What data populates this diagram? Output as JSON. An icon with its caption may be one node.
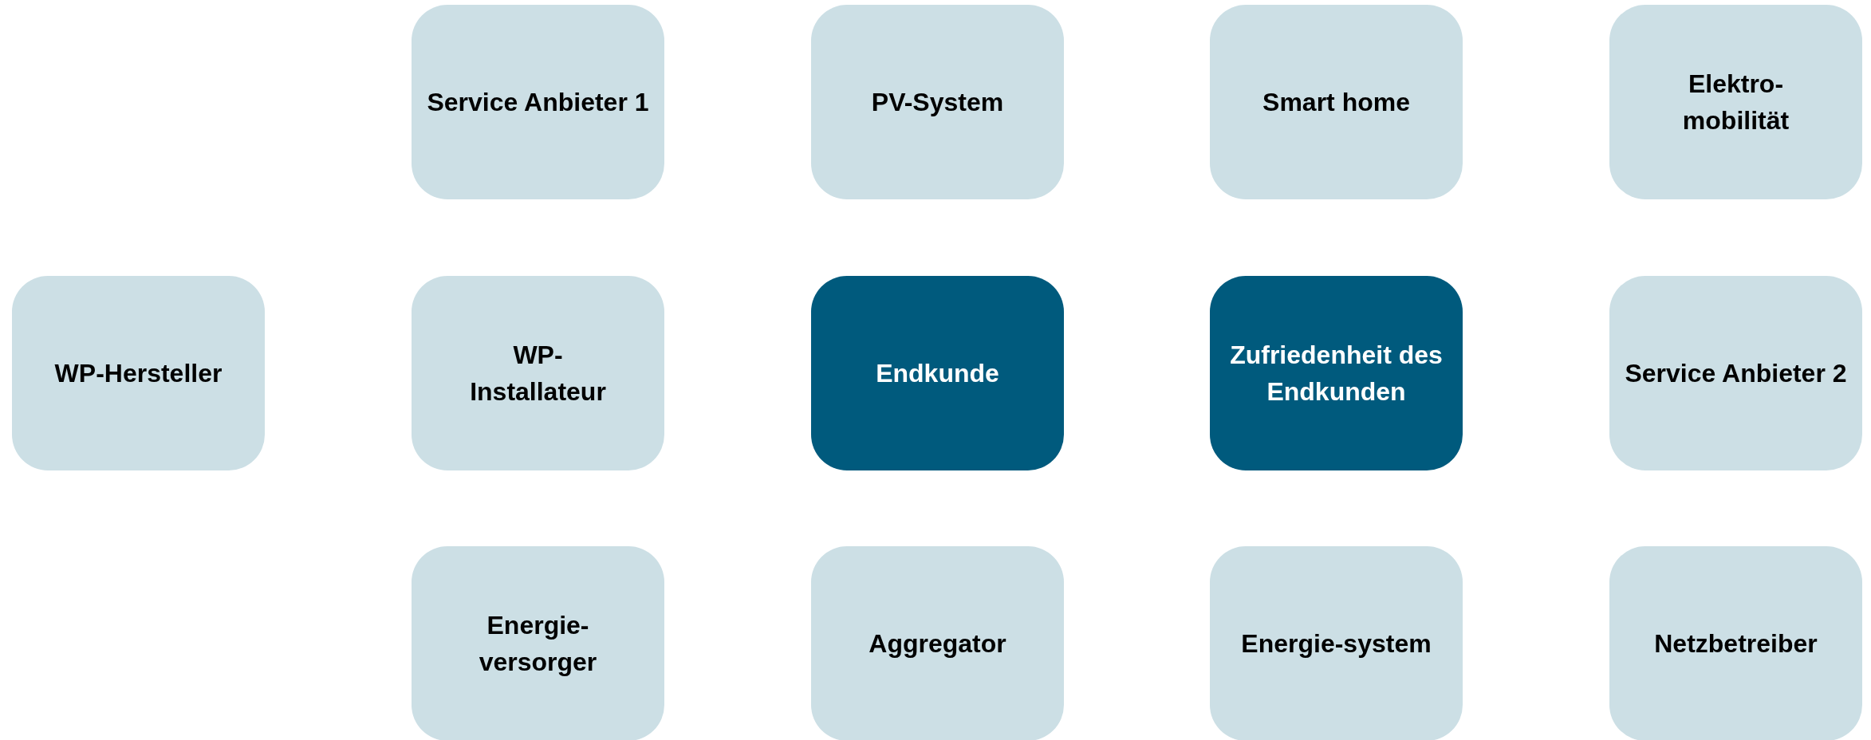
{
  "diagram": {
    "nodes": [
      {
        "text": [
          "Service Anbieter 1"
        ]
      },
      {
        "text": [
          "PV-System"
        ]
      },
      {
        "text": [
          "Smart home"
        ]
      },
      {
        "text": [
          "Elektro-mobilität"
        ]
      },
      {
        "text": [
          "WP-Hersteller"
        ]
      },
      {
        "text": [
          "WP-Installateur"
        ]
      },
      {
        "text": [
          "Endkunde"
        ]
      },
      {
        "text": [
          "Zufriedenheit des Endkunden"
        ]
      },
      {
        "text": [
          "Service Anbieter 2"
        ]
      },
      {
        "text": [
          "Energie-versorger"
        ]
      },
      {
        "text": [
          "Aggregator"
        ]
      },
      {
        "text": [
          "Energie-system"
        ]
      },
      {
        "text": [
          "Netzbetreiber"
        ]
      }
    ]
  }
}
